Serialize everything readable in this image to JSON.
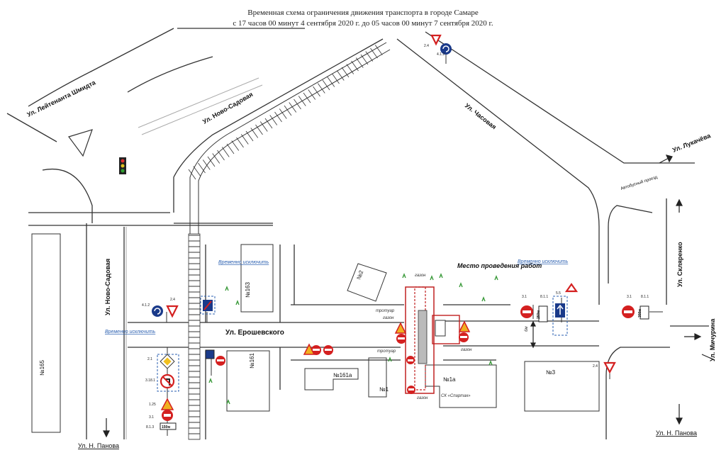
{
  "title": {
    "line1": "Временная схема ограничения движения транспорта в городе Самаре",
    "line2": "с 17 часов 00 минут 4 сентября 2020 г. до 05 часов 00 минут 7 сентября 2020 г."
  },
  "streets": {
    "leitenanta": "Ул. Лейтенанта Шмидта",
    "novo_sadovaya_top": "Ул. Ново-Садовая",
    "chasovaya": "Ул. Часовая",
    "novo_sadovaya_left": "Ул. Ново-Садовая",
    "eroshevskogo": "Ул. Ерошевского",
    "n_panova_left": "Ул. Н. Панова",
    "n_panova_right": "Ул. Н. Панова",
    "skilarenko": "Ул. Скляренко",
    "michurina": "Ул. Мичурина",
    "lukachev": "Ул. Лукачёва",
    "avtobus": "Автобусный проезд"
  },
  "labels": {
    "work_place": "Место проведения работ",
    "temp_sign_1": "Временно исключить",
    "temp_sign_2": "Временно исключить",
    "temp_sign_3": "Временно исключить",
    "trotuar_1": "тротуар",
    "trotuar_2": "тротуар",
    "gazon_1": "газон",
    "gazon_2": "газон",
    "gazon_3": "газон",
    "gazon_4": "газон",
    "dist_1": "6м",
    "plate_250": "250м",
    "plate_300": "300м",
    "plate_150": "150м",
    "sport_complex": "СК «Спартак»"
  },
  "buildings": {
    "b163": "№163",
    "b165": "№165",
    "b2": "№2",
    "b161": "№161",
    "b161a": "№161а",
    "b1": "№1",
    "b1a": "№1а",
    "b3": "№3"
  },
  "sign_codes": {
    "s_4_1_2": "4.1.2",
    "s_2_4": "2.4",
    "s_3_1": "3.1",
    "s_8_1_1": "8.1.1",
    "s_2_1": "2.1",
    "s_3_18_1": "3.18.1",
    "s_1_25": "1.25",
    "s_8_1_3": "8.1.3",
    "s_5_5": "5.5"
  },
  "colors": {
    "prohibit_red": "#d42020",
    "sign_blue": "#1a3a8a",
    "temp_blue": "#2a5fb0",
    "work_red": "#c02020",
    "grass": "#3a9a3a",
    "warning_yellow": "#f0b020"
  }
}
